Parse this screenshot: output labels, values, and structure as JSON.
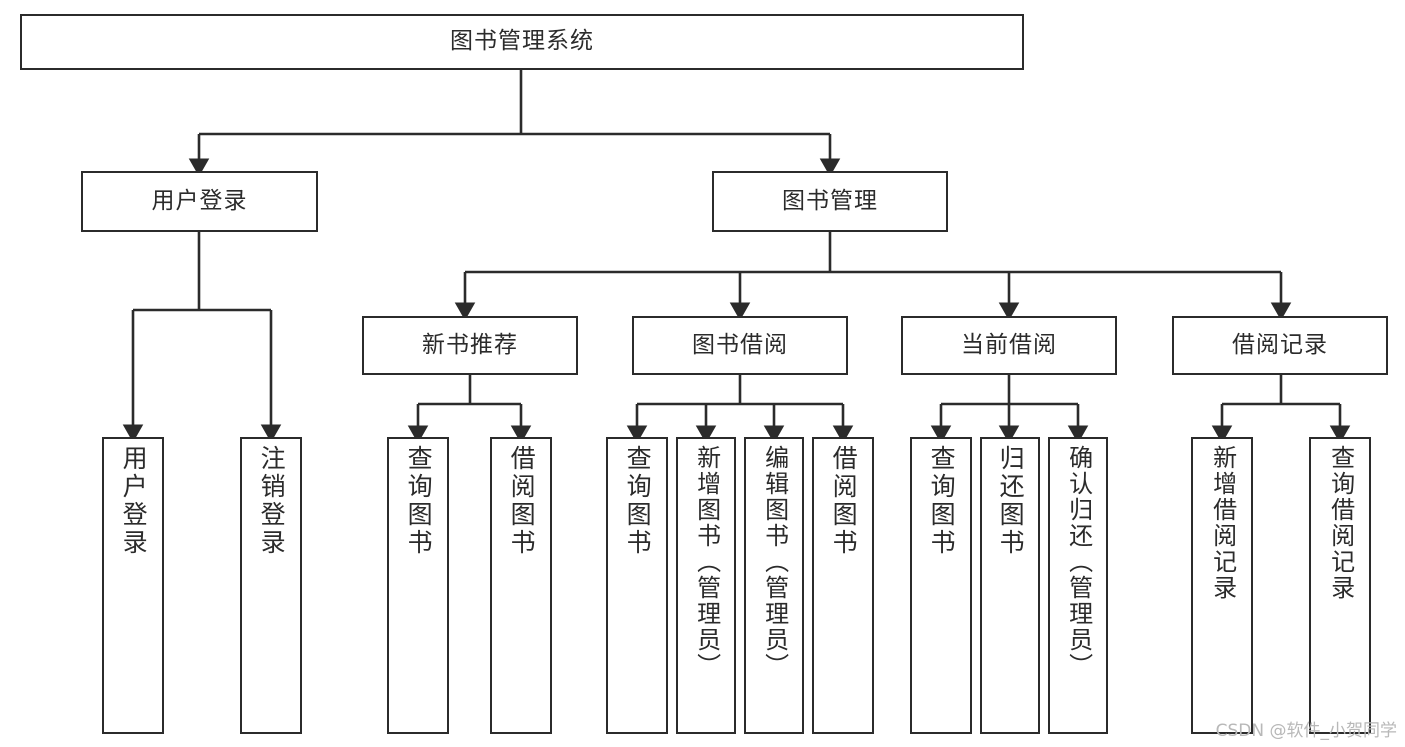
{
  "diagram": {
    "title": "图书管理系统",
    "type": "tree-hierarchy-chart",
    "root": {
      "id": "root",
      "label": "图书管理系统"
    },
    "level2": [
      {
        "id": "user-login",
        "label": "用户登录"
      },
      {
        "id": "book-manage",
        "label": "图书管理"
      }
    ],
    "level3": [
      {
        "id": "new-book-rec",
        "label": "新书推荐"
      },
      {
        "id": "book-borrow",
        "label": "图书借阅"
      },
      {
        "id": "current-borrow",
        "label": "当前借阅"
      },
      {
        "id": "borrow-record",
        "label": "借阅记录"
      }
    ],
    "leaves": {
      "user_login": [
        {
          "id": "leaf-user-login",
          "label": "用户登录"
        },
        {
          "id": "leaf-logout",
          "label": "注销登录"
        }
      ],
      "new_book_rec": [
        {
          "id": "leaf-query-book-1",
          "label": "查询图书"
        },
        {
          "id": "leaf-borrow-book-1",
          "label": "借阅图书"
        }
      ],
      "book_borrow": [
        {
          "id": "leaf-query-book-2",
          "label": "查询图书"
        },
        {
          "id": "leaf-add-book",
          "label": "新增图书（管理员）"
        },
        {
          "id": "leaf-edit-book",
          "label": "编辑图书（管理员）"
        },
        {
          "id": "leaf-borrow-book-2",
          "label": "借阅图书"
        }
      ],
      "current_borrow": [
        {
          "id": "leaf-query-book-3",
          "label": "查询图书"
        },
        {
          "id": "leaf-return-book",
          "label": "归还图书"
        },
        {
          "id": "leaf-confirm-return",
          "label": "确认归还（管理员）"
        }
      ],
      "borrow_record": [
        {
          "id": "leaf-add-record",
          "label": "新增借阅记录"
        },
        {
          "id": "leaf-query-record",
          "label": "查询借阅记录"
        }
      ]
    }
  },
  "watermark": {
    "text": "CSDN @软件_小贺同学"
  },
  "colors": {
    "stroke": "#2b2b2b",
    "fill": "#ffffff",
    "text": "#2b2b2b",
    "watermark": "#b8b8b8"
  }
}
